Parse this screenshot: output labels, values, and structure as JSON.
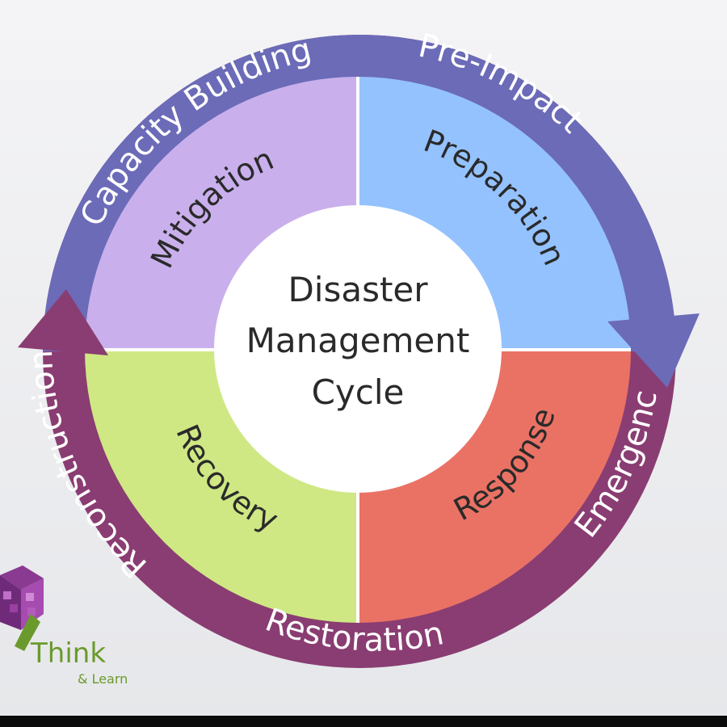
{
  "diagram": {
    "center_lines": [
      "Disaster",
      "Management",
      "Cycle"
    ],
    "phases": {
      "mitigation": "Mitigation",
      "preparation": "Preparation",
      "response": "Response",
      "recovery": "Recovery"
    },
    "ring_labels": {
      "capacity_building": "Capacity Building",
      "pre_impact": "Pre-Impact",
      "emergency": "Emergency",
      "restoration": "Restoration",
      "reconstruction": "Reconstruction"
    },
    "colors": {
      "outer_ring_blue": "#6b6bb8",
      "outer_ring_purple": "#8a3d72",
      "mitigation": "#c9b0ec",
      "preparation": "#94c2ff",
      "response": "#ea7265",
      "recovery": "#cfe884",
      "center": "#ffffff"
    }
  },
  "brand": {
    "name": "Think",
    "tagline": "& Learn",
    "color": "#6a9a2c",
    "logo_color": "#7b3a8c"
  }
}
